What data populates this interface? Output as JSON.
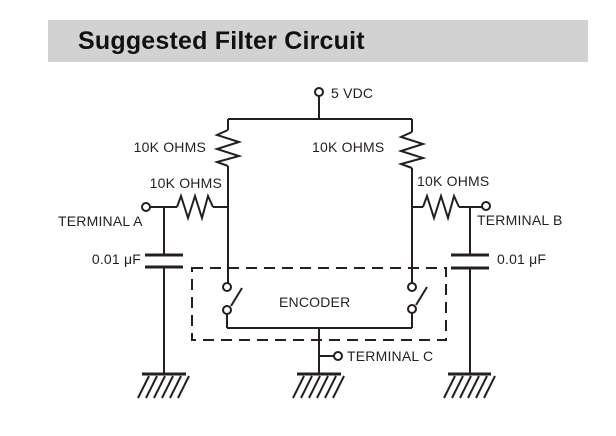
{
  "title": "Suggested Filter Circuit",
  "colors": {
    "title_bar_bg": "#d2d2d3",
    "line": "#231f20",
    "background": "#ffffff"
  },
  "diagram": {
    "supply_label": "5 VDC",
    "resistor_labels": {
      "top_left": "10K OHMS",
      "top_right": "10K OHMS",
      "mid_left": "10K OHMS",
      "mid_right": "10K OHMS"
    },
    "capacitor_labels": {
      "left": "0.01 μF",
      "right": "0.01 μF"
    },
    "terminal_labels": {
      "a": "TERMINAL A",
      "b": "TERMINAL B",
      "c": "TERMINAL C"
    },
    "encoder_label": "ENCODER"
  }
}
